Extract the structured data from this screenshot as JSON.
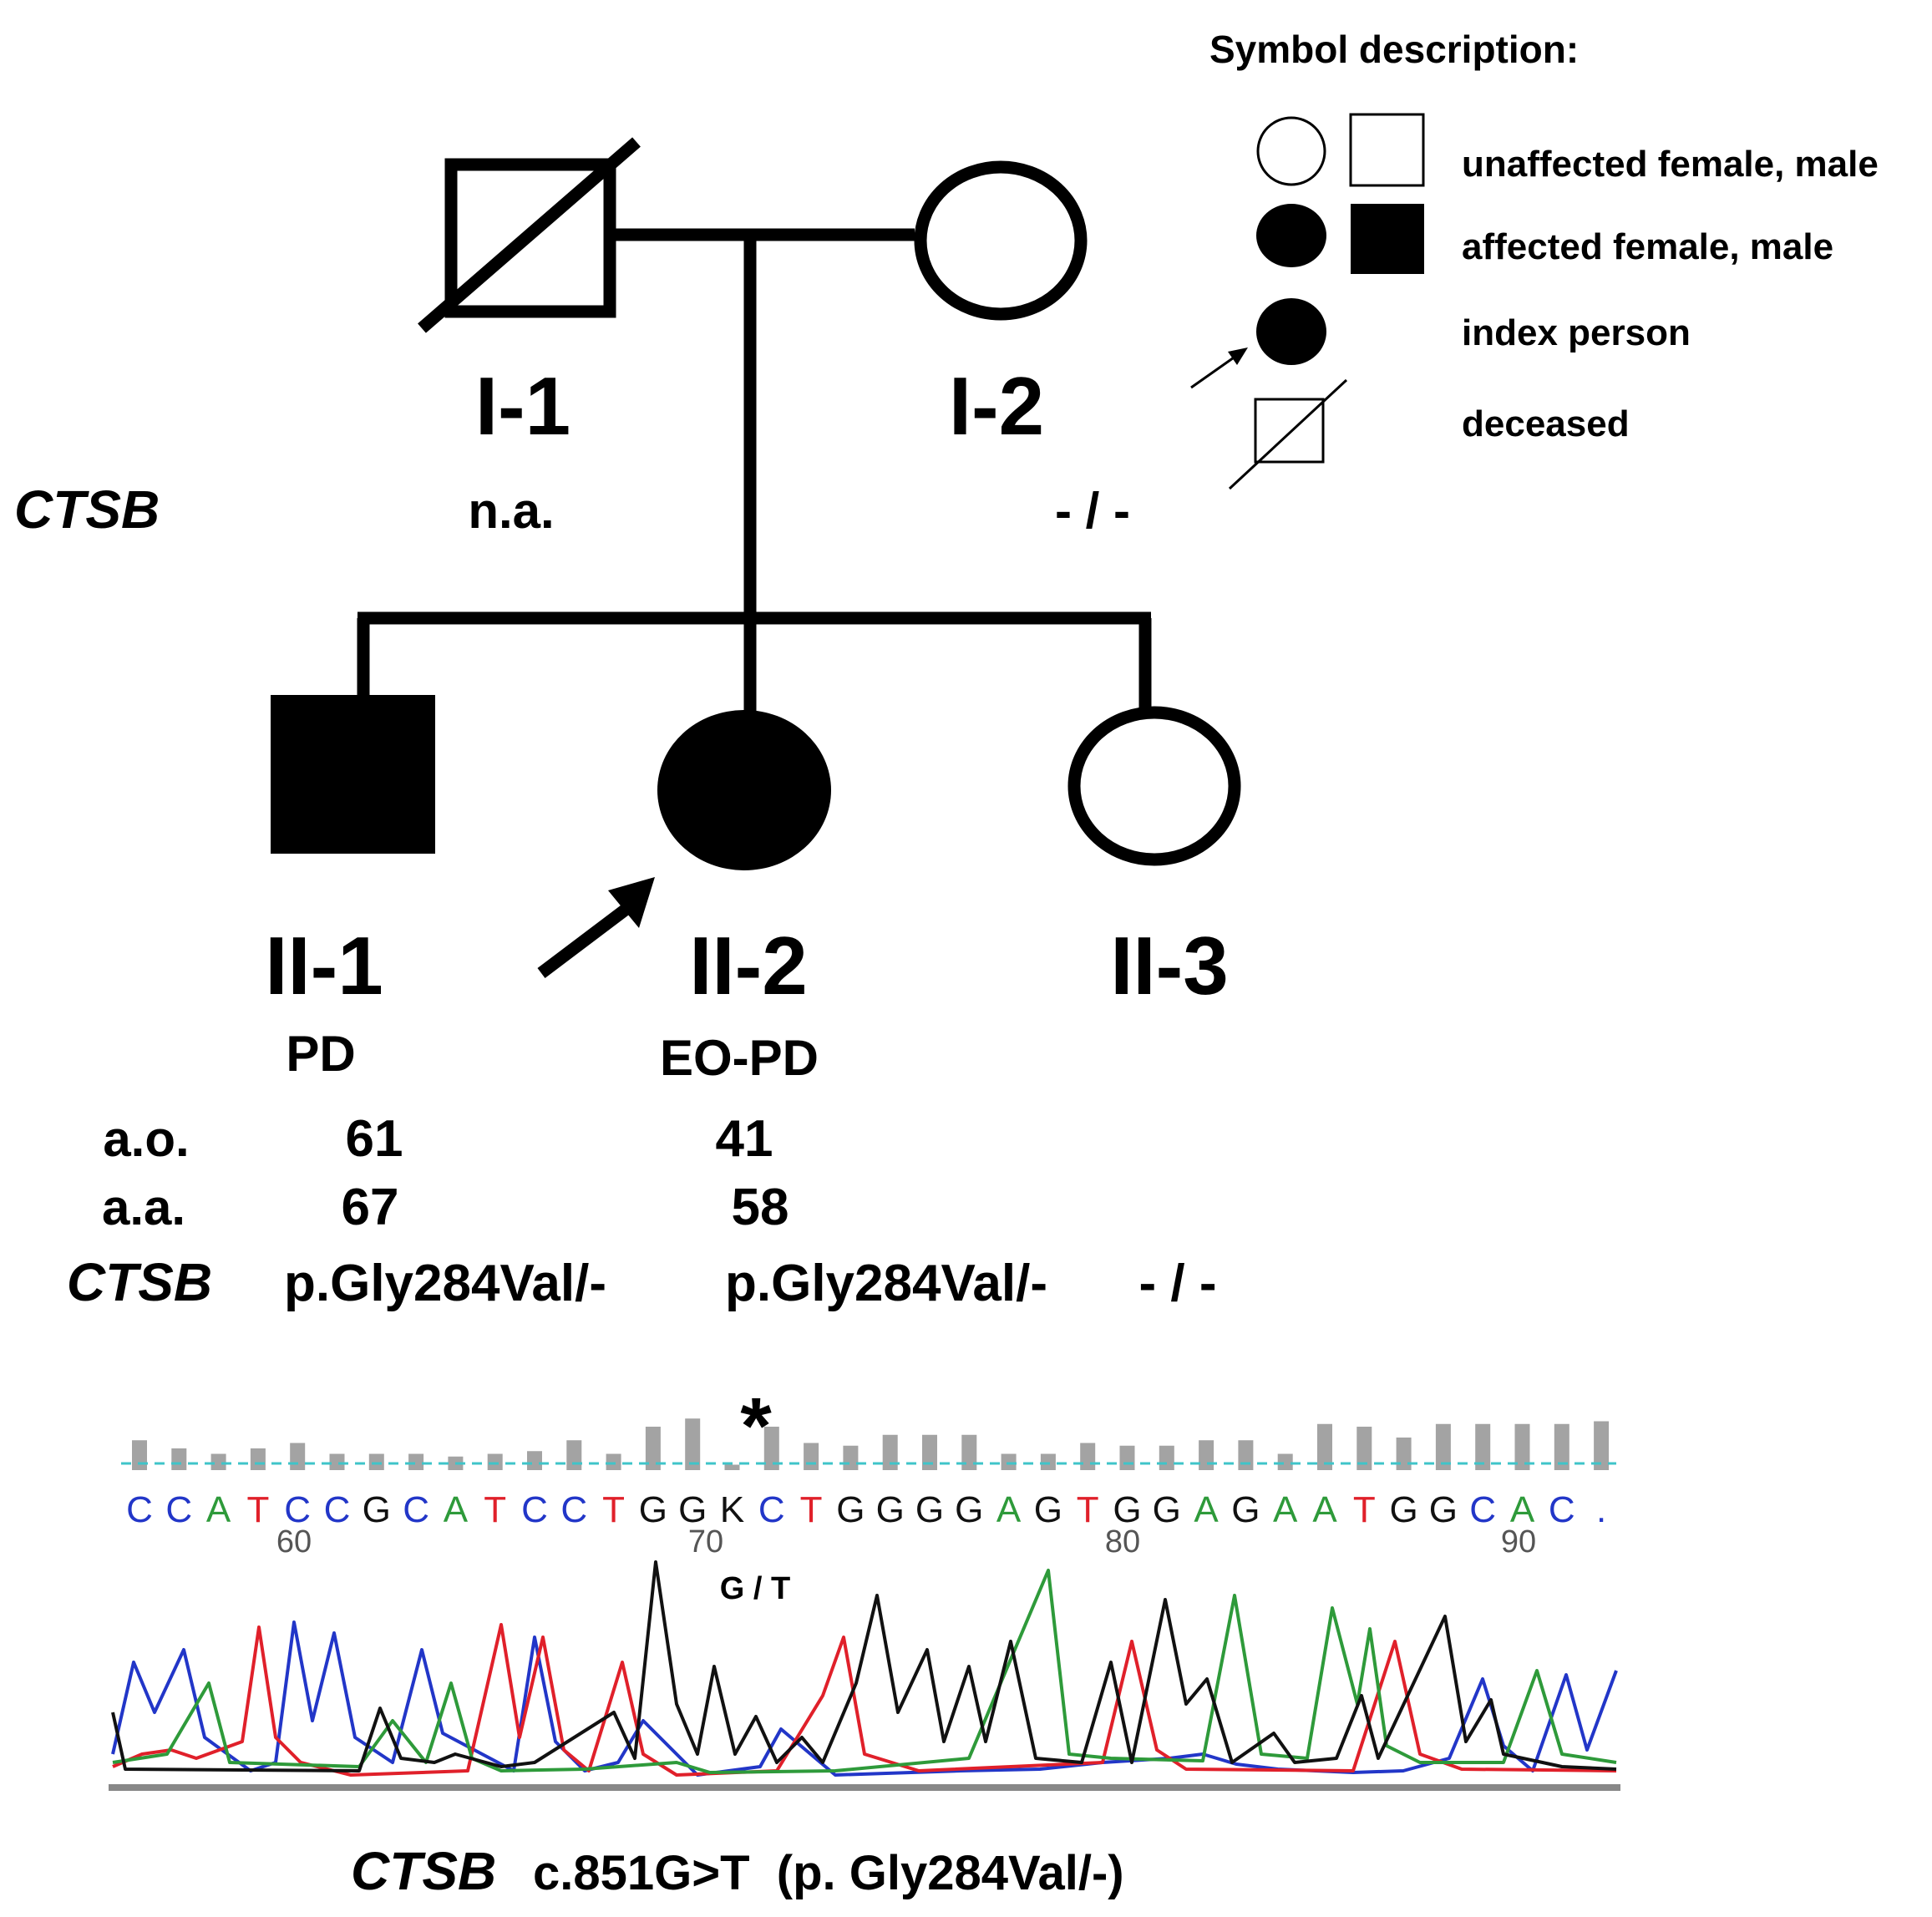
{
  "legend": {
    "title": "Symbol description:",
    "items": [
      {
        "label": "unaffected female, male",
        "symbols": [
          "open-circle",
          "open-square"
        ]
      },
      {
        "label": "affected female, male",
        "symbols": [
          "filled-circle",
          "filled-square"
        ]
      },
      {
        "label": "index person",
        "symbols": [
          "arrow",
          "filled-circle"
        ]
      },
      {
        "label": "deceased",
        "symbols": [
          "slashed-square"
        ]
      }
    ]
  },
  "generation1": {
    "gene_label": "CTSB",
    "members": [
      {
        "id": "I-1",
        "sex": "male",
        "affected": false,
        "deceased": true,
        "genotype": "n.a."
      },
      {
        "id": "I-2",
        "sex": "female",
        "affected": false,
        "deceased": false,
        "genotype": "- / -"
      }
    ]
  },
  "generation2": {
    "members": [
      {
        "id": "II-1",
        "sex": "male",
        "affected": true,
        "index": false,
        "diagnosis": "PD",
        "ao": "61",
        "aa": "67",
        "genotype": "p.Gly284Val/-"
      },
      {
        "id": "II-2",
        "sex": "female",
        "affected": true,
        "index": true,
        "diagnosis": "EO-PD",
        "ao": "41",
        "aa": "58",
        "genotype": "p.Gly284Val/-"
      },
      {
        "id": "II-3",
        "sex": "female",
        "affected": false,
        "index": false,
        "diagnosis": "",
        "ao": "",
        "aa": "",
        "genotype": "- / -"
      }
    ],
    "row_labels": {
      "ao": "a.o.",
      "aa": "a.a.",
      "gene": "CTSB"
    }
  },
  "chromatogram": {
    "asterisk": "*",
    "bases": [
      "C",
      "C",
      "A",
      "T",
      "C",
      "C",
      "G",
      "C",
      "A",
      "T",
      "C",
      "C",
      "T",
      "G",
      "G",
      "K",
      "C",
      "T",
      "G",
      "G",
      "G",
      "G",
      "A",
      "G",
      "T",
      "G",
      "G",
      "A",
      "G",
      "A",
      "A",
      "T",
      "G",
      "G",
      "C",
      "A",
      "C",
      "."
    ],
    "positions": [
      "60",
      "70",
      "80",
      "90"
    ],
    "variant_label": "G / T",
    "base_colors": {
      "A": "#2e9a3a",
      "C": "#2236c8",
      "G": "#111111",
      "T": "#e0202a",
      "K": "#111111",
      ".": "#2236c8"
    },
    "quality": [
      0.55,
      0.4,
      0.3,
      0.4,
      0.5,
      0.3,
      0.3,
      0.3,
      0.25,
      0.3,
      0.35,
      0.55,
      0.3,
      0.8,
      0.95,
      0.1,
      0.8,
      0.5,
      0.45,
      0.65,
      0.65,
      0.65,
      0.3,
      0.3,
      0.5,
      0.45,
      0.45,
      0.55,
      0.55,
      0.3,
      0.85,
      0.8,
      0.6,
      0.85,
      0.85,
      0.85,
      0.85,
      0.9
    ]
  },
  "caption": {
    "gene": "CTSB",
    "text": "c.851G>T  (p. Gly284Val/-)"
  }
}
